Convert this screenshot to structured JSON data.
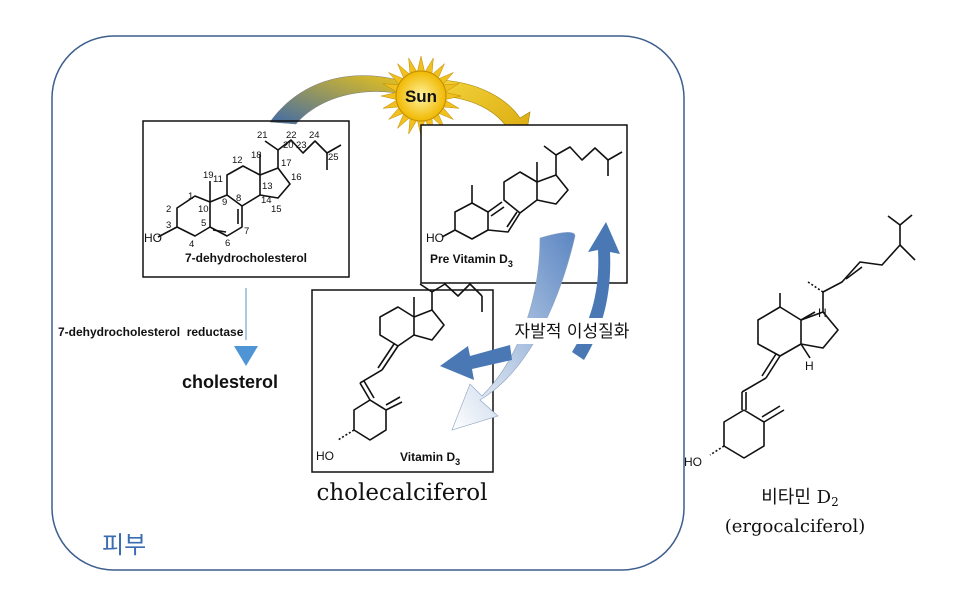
{
  "sun": {
    "label": "Sun",
    "color": "#f2c418"
  },
  "compounds": {
    "dehydrocholesterol": {
      "label": "7-dehydrocholesterol",
      "atom_numbers": [
        "1",
        "2",
        "3",
        "4",
        "5",
        "6",
        "7",
        "8",
        "9",
        "10",
        "11",
        "12",
        "13",
        "14",
        "15",
        "16",
        "17",
        "18",
        "19",
        "20",
        "21",
        "22",
        "23",
        "24",
        "25"
      ],
      "hydroxyl": "HO"
    },
    "previtamin": {
      "label": "Pre Vitamin D",
      "subscript": "3",
      "hydroxyl": "HO"
    },
    "vitamin_d3": {
      "label": "Vitamin D",
      "subscript": "3",
      "hydroxyl": "HO",
      "name": "cholecalciferol"
    },
    "vitamin_d2": {
      "label": "비타민 D",
      "subscript": "2",
      "name": "(ergocalciferol)",
      "hydroxyl": "HO",
      "hydrogen": "H"
    }
  },
  "enzyme": "7-dehydrocholesterol  reductase",
  "product": "cholesterol",
  "isomerization": "자발적 이성질화",
  "region_label": "피부",
  "colors": {
    "skin_border": "#3d5f8c",
    "arrow_blue": "#4a78b5",
    "arrow_light": "#c9d8ee",
    "enzyme_arrow": "#4f95d6",
    "region_label": "#3a6db0"
  }
}
